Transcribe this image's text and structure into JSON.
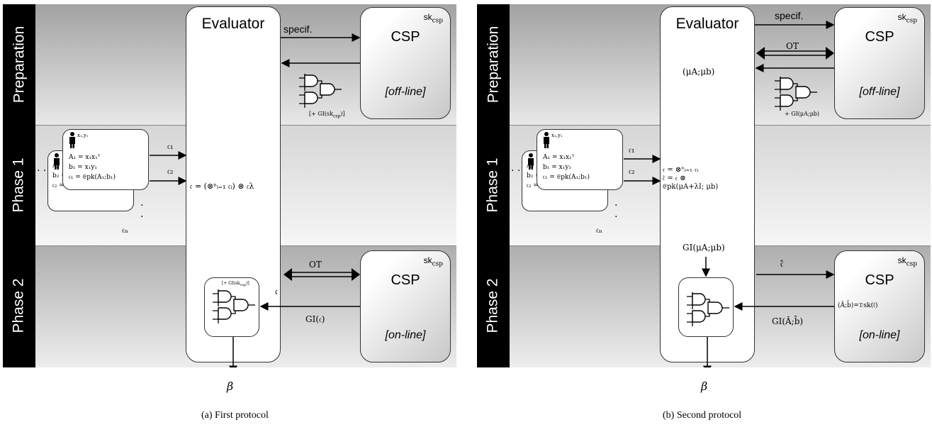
{
  "panels": [
    {
      "phases": [
        "Preparation",
        "Phase 1",
        "Phase 2"
      ],
      "evaluator": "Evaluator",
      "csp_top": {
        "title": "CSP",
        "key": "sk",
        "key_sub": "csp",
        "mode": "[off-line]"
      },
      "csp_bottom": {
        "title": "CSP",
        "key": "sk",
        "key_sub": "csp",
        "mode": "[on-line]"
      },
      "arrow_specif": "specif.",
      "gi_top": "[+ GI(sk",
      "gi_top_sub": "csp",
      "gi_top_tail": ")]",
      "user_front": {
        "label": "x₁,y₁",
        "lines": [
          "A₁ = x₁x₁ᵀ",
          "b₁ = x₁y₁",
          "𝔠₁ = 𝔈pk(A₁;b₁)"
        ]
      },
      "user_back": {
        "lines": [
          "A₂",
          "b₂ = x₂y₂",
          "𝔠₂ = 𝔈pk(A₂;b₂)"
        ]
      },
      "c1": "𝔠₁",
      "c2": "𝔠₂",
      "cn": "𝔠ₙ",
      "combine": "𝔠 = (⊗ⁿᵢ₌₁ 𝔠ᵢ) ⊗ 𝔠λ",
      "c_out": "𝔠",
      "ot": "OT",
      "gi_c": "GI(𝔠)",
      "gate_label": "[+ GI(sk",
      "gate_label_sub": "csp",
      "gate_label_tail": ")]",
      "beta": "β",
      "caption": "(a) First protocol"
    },
    {
      "phases": [
        "Preparation",
        "Phase 1",
        "Phase 2"
      ],
      "evaluator": "Evaluator",
      "csp_top": {
        "title": "CSP",
        "key": "sk",
        "key_sub": "csp",
        "mode": "[off-line]"
      },
      "csp_bottom": {
        "title": "CSP",
        "key": "sk",
        "key_sub": "csp",
        "mode": "[on-line]"
      },
      "arrow_specif": "specif.",
      "mu": "(μA;μb)",
      "ot": "OT",
      "gi_top": "+ GI(μA;μb)",
      "user_front": {
        "label": "x₁,y₁",
        "lines": [
          "A₁ = x₁x₁ᵀ",
          "b₁ = x₁y₁",
          "𝔠₁ = 𝔈pk(A₁;b₁)"
        ]
      },
      "user_back": {
        "lines": [
          "A₂",
          "b₂ = x₂y₂",
          "𝔠₂ = 𝔈pk(A₂;b₂)"
        ]
      },
      "c1": "𝔠₁",
      "c2": "𝔠₂",
      "cn": "𝔠ₙ",
      "combine_1": "𝔠 = ⊗ⁿᵢ₌₁ 𝔠ᵢ",
      "combine_2": "𝔠̂ = 𝔠 ⊗",
      "combine_3": "𝔈pk(μA+λI; μb)",
      "gi_mu": "GI(μA;μb)",
      "c_hat": "𝔠̂",
      "decrypt": "(Â;b̂)=𝔇sk(𝔠̂)",
      "gi_hat": "GI(Â;b̂)",
      "beta": "β",
      "caption": "(b) Second protocol"
    }
  ]
}
